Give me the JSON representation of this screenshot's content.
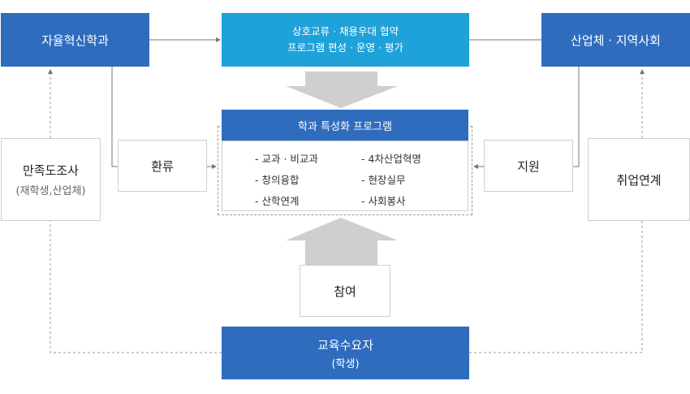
{
  "nodes": {
    "dept": "자율혁신학과",
    "exchange_line1": "상호교류 · 채용우대 협약",
    "exchange_line2": "프로그램 편성 · 운영 · 평가",
    "industry": "산업체 · 지역사회",
    "program_title": "학과 특성화 프로그램",
    "program_items": [
      "- 교과 · 비교과",
      "- 4차산업혁명",
      "- 창의융합",
      "- 현장실무",
      "- 산학연계",
      "- 사회봉사"
    ],
    "survey_title": "만족도조사",
    "survey_sub": "(재학생,산업체)",
    "feedback": "환류",
    "support": "지원",
    "employment": "취업연계",
    "participation": "참여",
    "demand_line1": "교육수요자",
    "demand_line2": "(학생)"
  },
  "colors": {
    "blue": "#2f6cbe",
    "sky": "#1fa1d9",
    "arrow_gray": "#cfcfcf",
    "line": "#777777"
  }
}
